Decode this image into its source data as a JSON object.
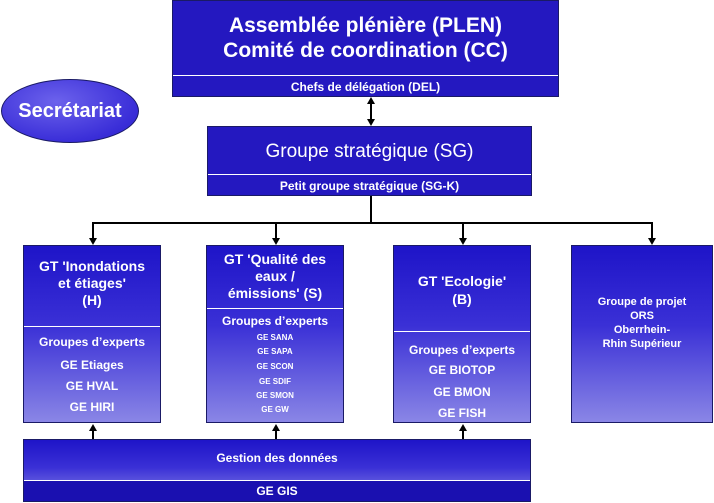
{
  "plen": {
    "line1": "Assemblée plénière (PLEN)",
    "line2": "Comité de coordination (CC)",
    "sub": "Chefs de délégation (DEL)"
  },
  "secretariat": "Secrétariat",
  "sg": {
    "title": "Groupe stratégique (SG)",
    "sub": "Petit groupe stratégique (SG-K)"
  },
  "gt_h": {
    "title": [
      "GT 'Inondations",
      "et étiages'",
      "(H)"
    ],
    "experts": "Groupes d’experts",
    "items": [
      "GE Etiages",
      "GE HVAL",
      "GE HIRI"
    ]
  },
  "gt_s": {
    "title": [
      "GT 'Qualité des",
      "eaux /",
      "émissions' (S)"
    ],
    "experts": "Groupes d’experts",
    "items": [
      "GE SANA",
      "GE SAPA",
      "GE SCON",
      "GE SDIF",
      "GE SMON",
      "GE GW"
    ]
  },
  "gt_b": {
    "title": [
      "GT 'Ecologie'",
      "(B)"
    ],
    "experts": "Groupes d’experts",
    "items": [
      "GE BIOTOP",
      "GE BMON",
      "GE FISH"
    ]
  },
  "ors": {
    "lines": [
      "Groupe de projet",
      "ORS",
      "Oberrhein-",
      "Rhin Supérieur"
    ]
  },
  "data_mgmt": {
    "title": "Gestion des données",
    "sub": "GE GIS"
  },
  "colors": {
    "box_dark": "#2418c0",
    "box_gradient_top": "#1e14c8",
    "box_gradient_bottom": "#8a86e6",
    "secretariat_fill": "#4a3ee0",
    "connector": "#000000"
  }
}
